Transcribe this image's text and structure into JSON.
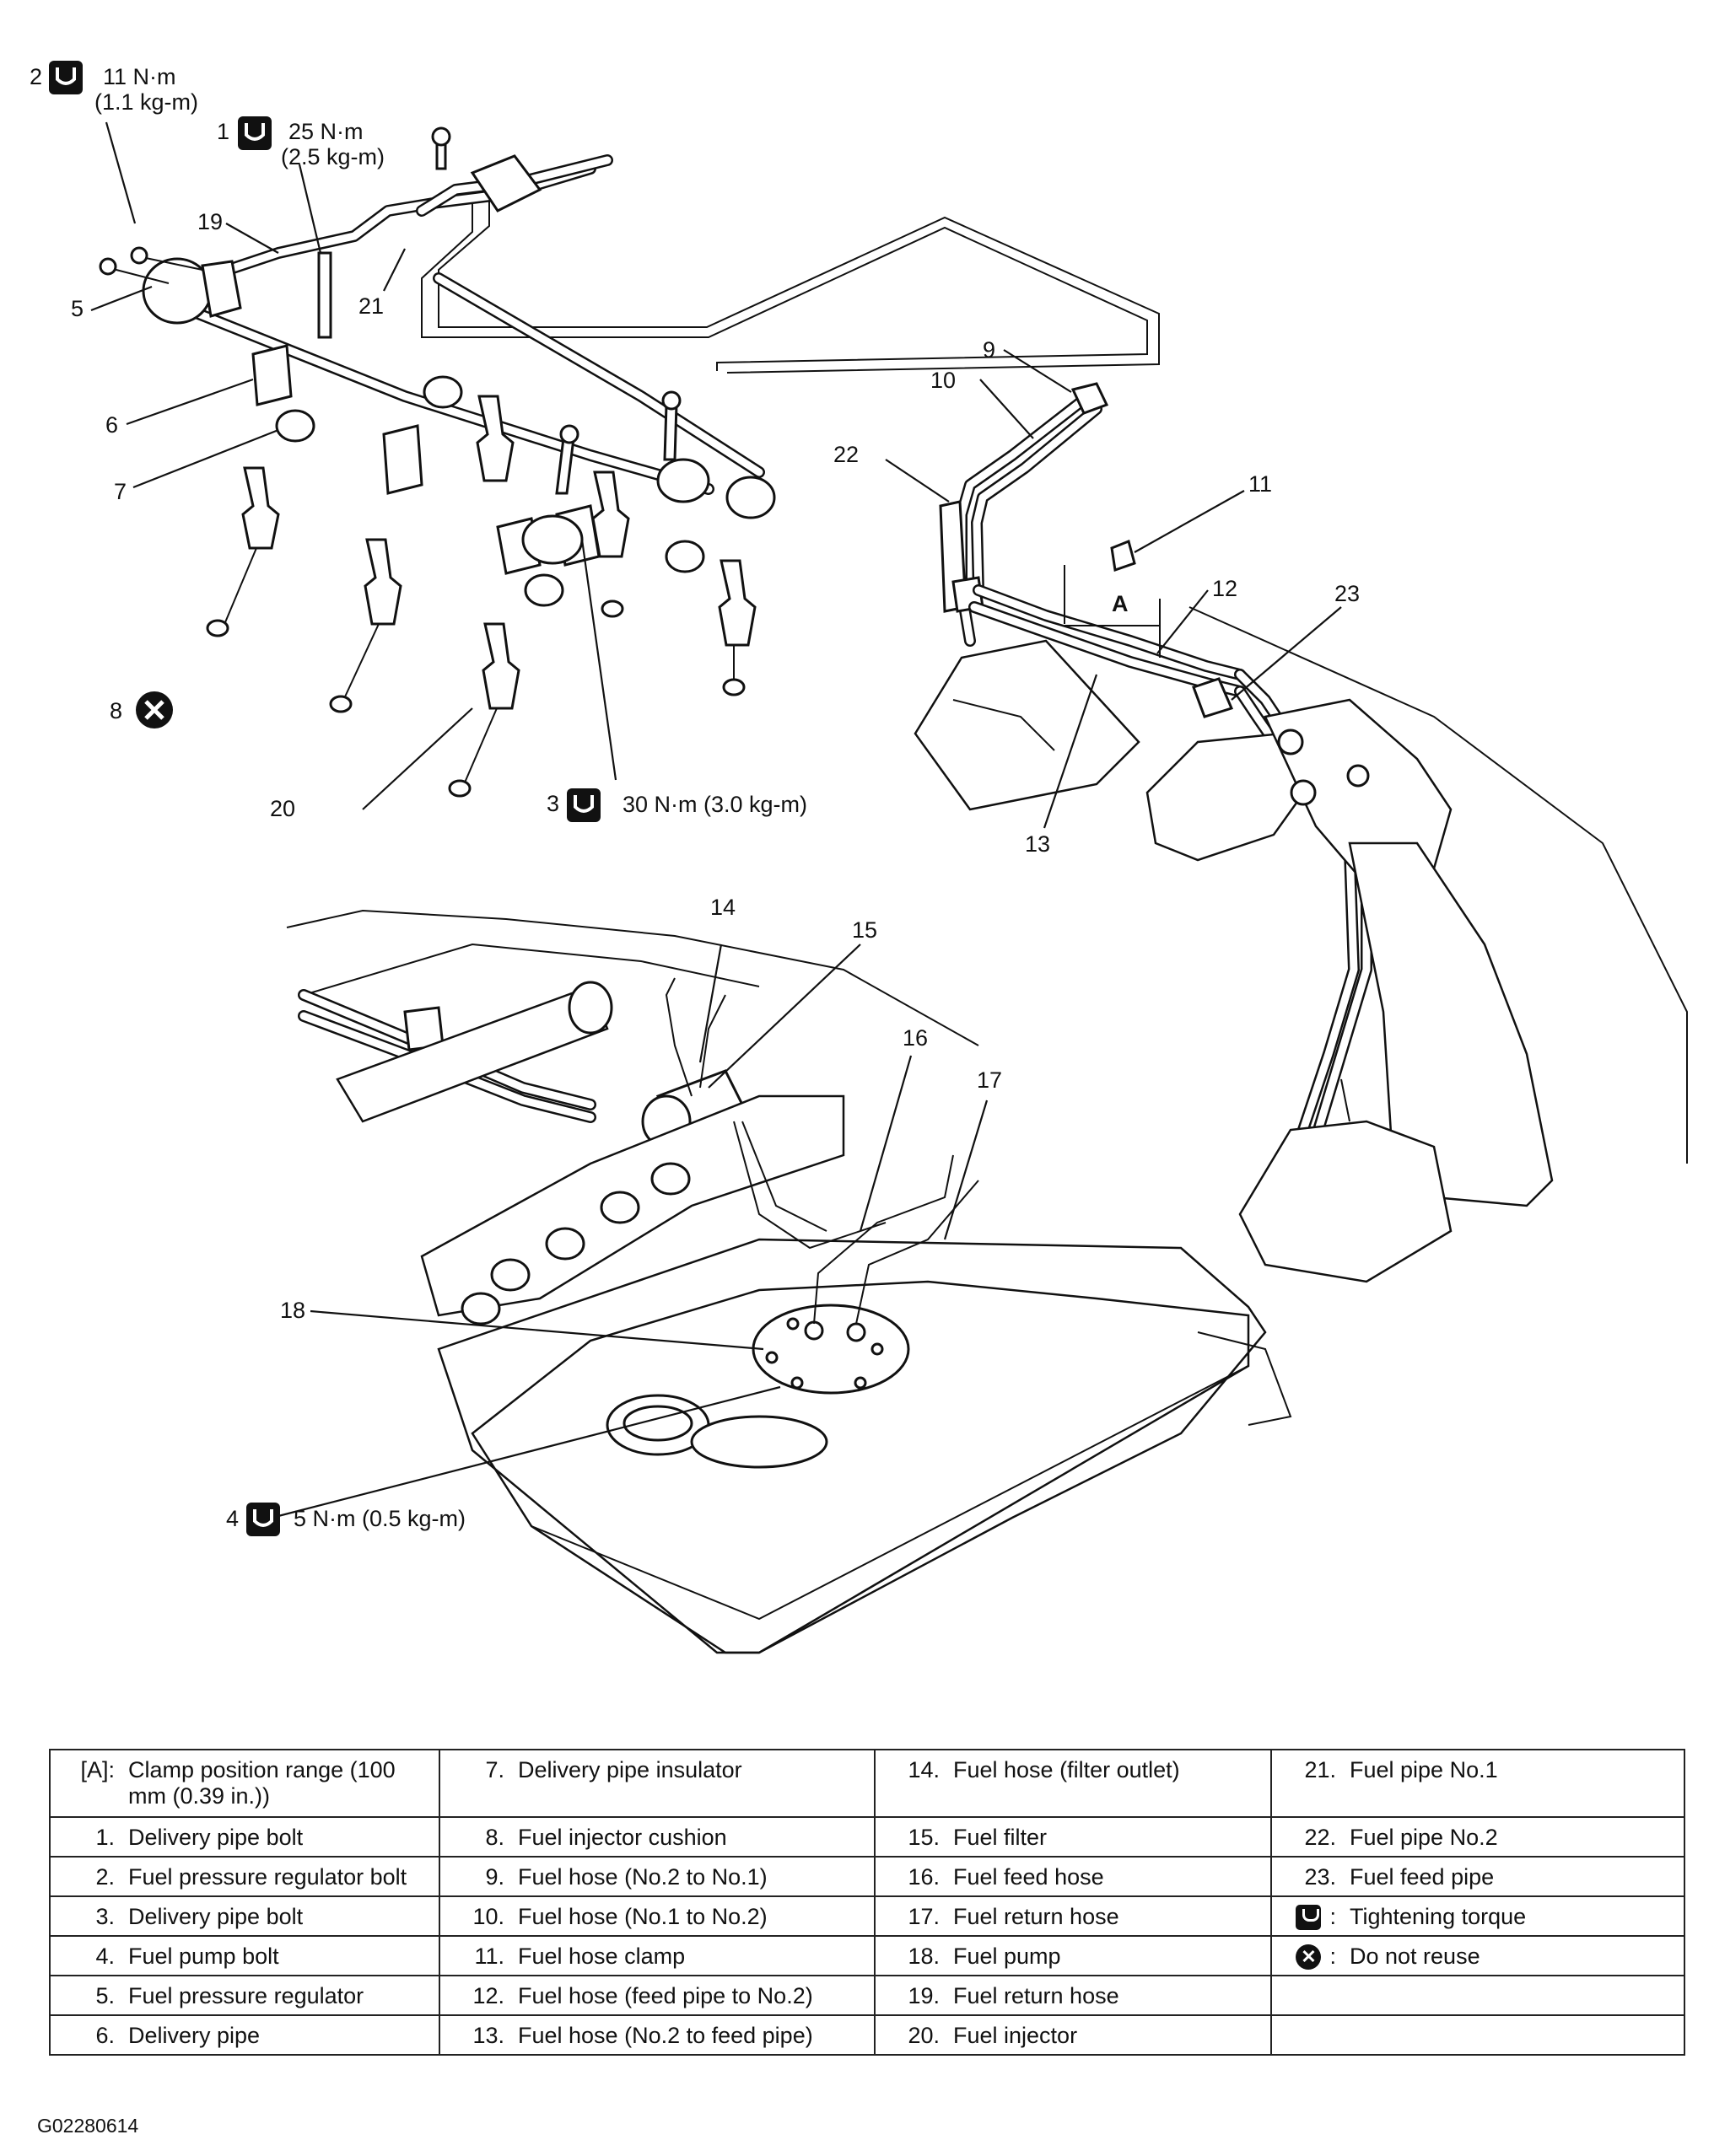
{
  "callouts": {
    "c1": "1",
    "c2": "2",
    "c3": "3",
    "c4": "4",
    "c5": "5",
    "c6": "6",
    "c7": "7",
    "c8": "8",
    "c9": "9",
    "c10": "10",
    "c11": "11",
    "c12": "12",
    "c13": "13",
    "c14": "14",
    "c15": "15",
    "c16": "16",
    "c17": "17",
    "c18": "18",
    "c19": "19",
    "c20": "20",
    "c21": "21",
    "c22": "22",
    "c23": "23",
    "cA": "A"
  },
  "torque_specs": {
    "t1_line1": "25 N·m",
    "t1_line2": "(2.5 kg-m)",
    "t2_line1": "11 N·m",
    "t2_line2": "(1.1 kg-m)",
    "t3": "30 N·m (3.0 kg-m)",
    "t4": "5 N·m (0.5 kg-m)"
  },
  "legend": {
    "col1": [
      {
        "key": "[A]:",
        "text": "Clamp position range (100 mm (0.39 in.))"
      },
      {
        "key": "1.",
        "text": "Delivery pipe bolt"
      },
      {
        "key": "2.",
        "text": "Fuel pressure regulator bolt"
      },
      {
        "key": "3.",
        "text": "Delivery pipe bolt"
      },
      {
        "key": "4.",
        "text": "Fuel pump bolt"
      },
      {
        "key": "5.",
        "text": "Fuel pressure regulator"
      },
      {
        "key": "6.",
        "text": "Delivery pipe"
      }
    ],
    "col2": [
      {
        "key": "7.",
        "text": "Delivery pipe insulator"
      },
      {
        "key": "8.",
        "text": "Fuel injector cushion"
      },
      {
        "key": "9.",
        "text": "Fuel hose (No.2 to No.1)"
      },
      {
        "key": "10.",
        "text": "Fuel hose (No.1 to No.2)"
      },
      {
        "key": "11.",
        "text": "Fuel hose clamp"
      },
      {
        "key": "12.",
        "text": "Fuel hose (feed pipe to No.2)"
      },
      {
        "key": "13.",
        "text": "Fuel hose (No.2 to feed pipe)"
      }
    ],
    "col3": [
      {
        "key": "14.",
        "text": "Fuel hose (filter outlet)"
      },
      {
        "key": "15.",
        "text": "Fuel filter"
      },
      {
        "key": "16.",
        "text": "Fuel feed hose"
      },
      {
        "key": "17.",
        "text": "Fuel return hose"
      },
      {
        "key": "18.",
        "text": "Fuel pump"
      },
      {
        "key": "19.",
        "text": "Fuel return hose"
      },
      {
        "key": "20.",
        "text": "Fuel injector"
      }
    ],
    "col4": [
      {
        "key": "21.",
        "text": "Fuel pipe No.1"
      },
      {
        "key": "22.",
        "text": "Fuel pipe No.2"
      },
      {
        "key": "23.",
        "text": "Fuel feed pipe"
      },
      {
        "key": ":",
        "text": "Tightening torque",
        "icon": "torque-wrench-icon"
      },
      {
        "key": ":",
        "text": "Do not reuse",
        "icon": "do-not-reuse-icon"
      },
      {
        "key": "",
        "text": ""
      },
      {
        "key": "",
        "text": ""
      }
    ]
  },
  "figure_code": "G02280614"
}
